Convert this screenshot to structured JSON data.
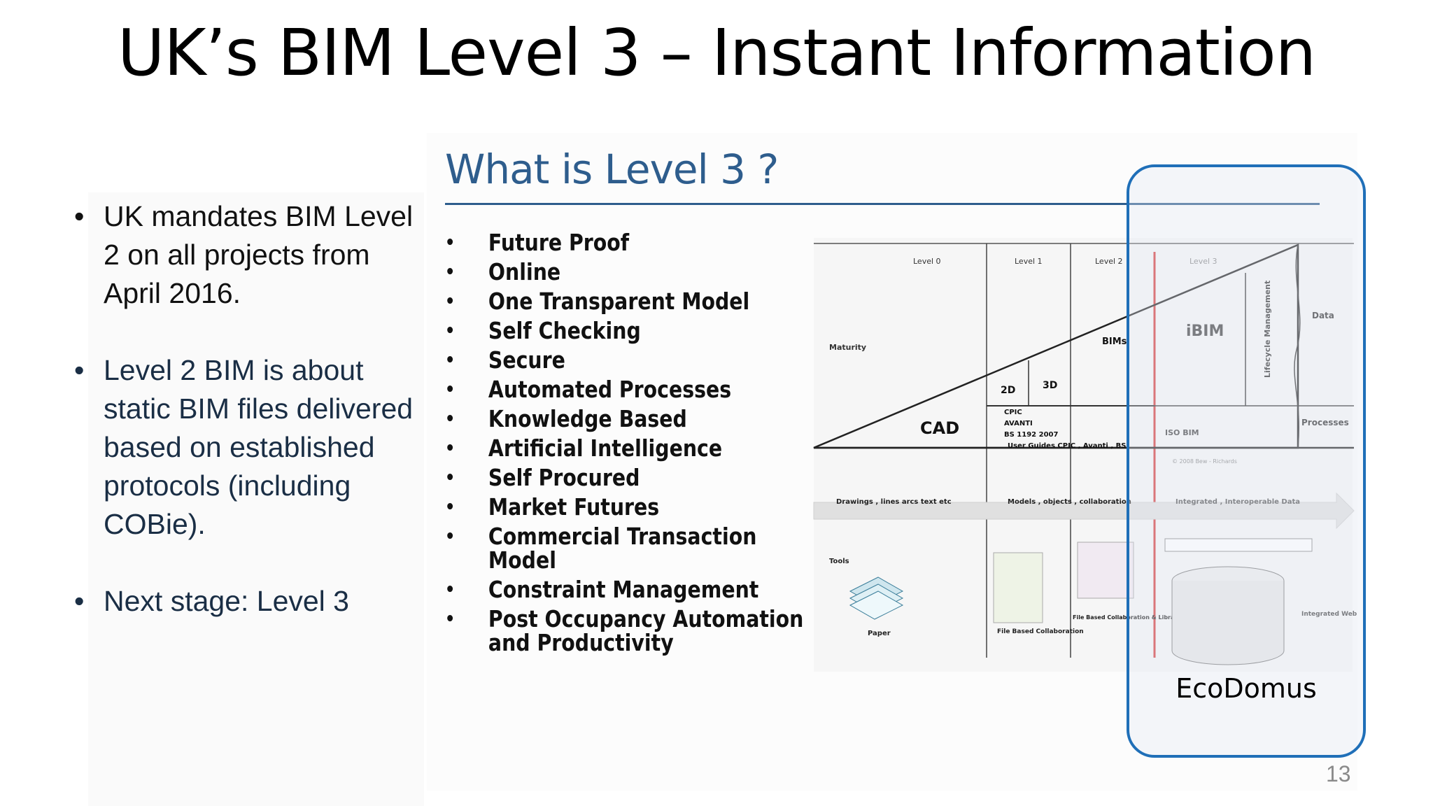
{
  "slide": {
    "title": "UK’s BIM Level 3 – Instant Information",
    "page_number": "13"
  },
  "left_bullets": [
    "UK mandates BIM Level 2 on all projects from April 2016.",
    "Level 2 BIM is about static BIM files delivered based on established protocols (including COBie).",
    "Next stage: Level 3"
  ],
  "embedded": {
    "heading": "What is Level 3 ?",
    "items": [
      "Future Proof",
      "Online",
      "One Transparent Model",
      "Self Checking",
      "Secure",
      "Automated Processes",
      "Knowledge Based",
      "Artificial Intelligence",
      "Self Procured",
      "Market Futures",
      "Commercial Transaction Model",
      "Constraint Management",
      "Post Occupancy Automation and Productivity"
    ]
  },
  "diagram": {
    "levels": [
      "Level 0",
      "Level 1",
      "Level 2",
      "Level 3"
    ],
    "maturity": "Maturity",
    "cad": "CAD",
    "d2": "2D",
    "d3": "3D",
    "bims": "BIMs",
    "ibim": "iBIM",
    "lifecycle": "Lifecycle Management",
    "data": "Data",
    "processes": "Processes",
    "standards": [
      "CPIC",
      "AVANTI",
      "BS 1192 2007",
      "User Guides CPIC , Avanti , BSI"
    ],
    "iso": "ISO BIM",
    "flow": [
      "Drawings , lines arcs text etc",
      "Models , objects , collaboration",
      "Integrated , Interoperable Data"
    ],
    "tools": "Tools",
    "paper": "Paper",
    "file_collab": "File Based Collaboration",
    "file_lib": "File Based Collaboration & Library Management",
    "hub": "Integrated Web Services BIM Hub",
    "copyright": "© 2008 Bew - Richards"
  },
  "callout": {
    "label": "EcoDomus",
    "color": "#1f6fb8"
  }
}
